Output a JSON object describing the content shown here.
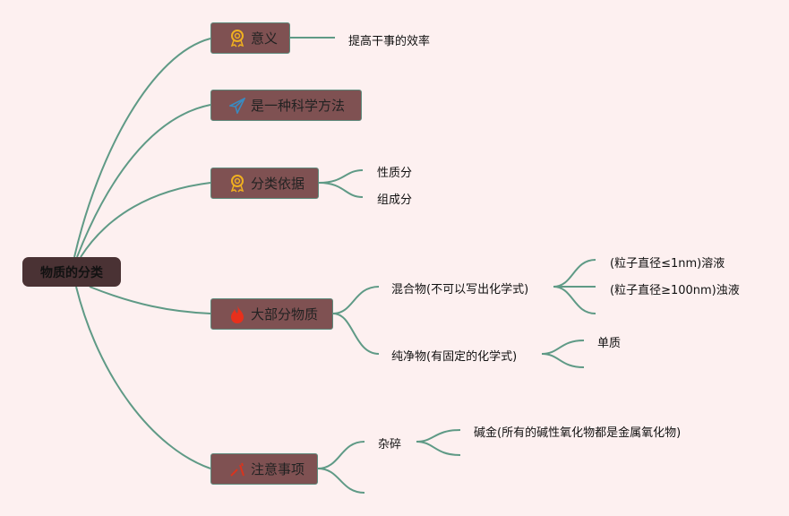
{
  "root": "物质的分类",
  "branches": [
    {
      "label": "意义",
      "icon": "award-icon",
      "children": [
        "提高干事的效率"
      ]
    },
    {
      "label": "是一种科学方法",
      "icon": "paper-plane-icon"
    },
    {
      "label": "分类依据",
      "icon": "award-icon",
      "children": [
        "性质分",
        "组成分"
      ]
    },
    {
      "label": "大部分物质",
      "icon": "fire-icon",
      "children": [
        {
          "label": "混合物(不可以写出化学式)",
          "children": [
            "(粒子直径≤1nm)溶液",
            "(粒子直径≥100nm)浊液"
          ]
        },
        {
          "label": "纯净物(有固定的化学式)",
          "children": [
            "单质"
          ]
        }
      ]
    },
    {
      "label": "注意事项",
      "icon": "tools-icon",
      "children": [
        {
          "label": "杂碎",
          "children": [
            "碱金(所有的碱性氧化物都是金属氧化物)"
          ]
        }
      ]
    }
  ],
  "colors": {
    "line": "#5f9a86",
    "node": "#7f5152",
    "root": "#4a3234",
    "bg": "#fdf0f0"
  }
}
